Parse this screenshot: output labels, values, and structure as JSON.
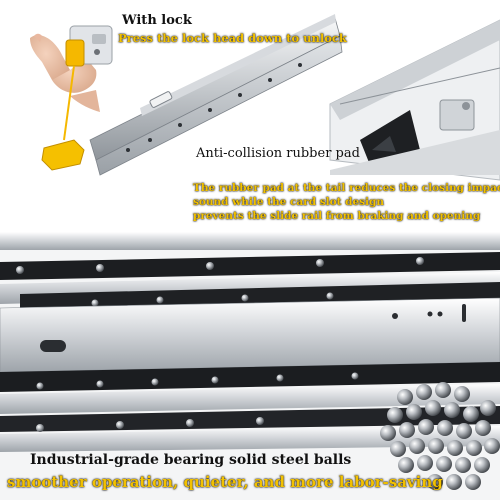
{
  "lock": {
    "title": "With lock",
    "description": "Press the lock head down to unlock"
  },
  "pad": {
    "title": "Anti-collision rubber pad",
    "description_lines": [
      "The rubber pad at the tail reduces the closing impact",
      "sound while the card slot design",
      "prevents the slide rail from braking and opening"
    ]
  },
  "balls": {
    "title": "Industrial-grade bearing solid steel balls",
    "description": "smoother operation, quieter, and more labor-saving"
  },
  "colors": {
    "accent_yellow": "#f2c100",
    "steel": "#c9ccd0",
    "dark": "#1b1d20"
  }
}
